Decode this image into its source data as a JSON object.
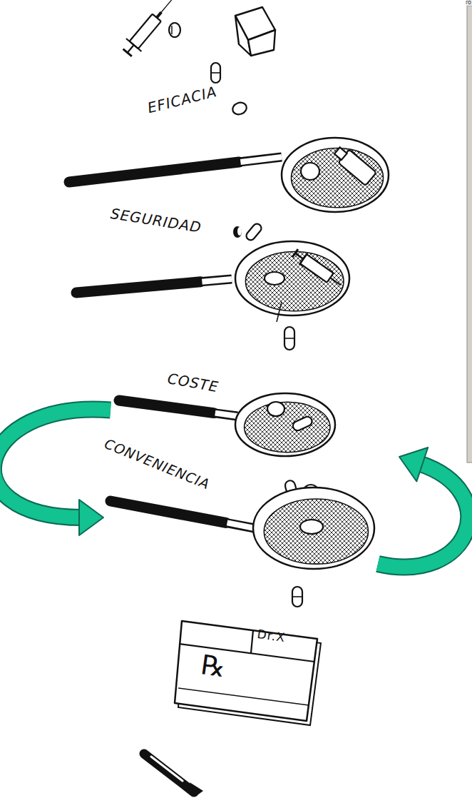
{
  "diagram": {
    "nodes": [
      {
        "text": [
          "EFICACIA"
        ]
      },
      {
        "text": [
          "SEGURIDAD"
        ]
      },
      {
        "text": [
          "COSTE"
        ]
      },
      {
        "text": [
          "CONVENIENCIA"
        ]
      },
      {
        "text": [
          "Dr.X",
          "℞"
        ]
      }
    ],
    "edges": [
      {
        "from": 2,
        "to": 3,
        "arrow": "to"
      },
      {
        "from": 3,
        "to": 2,
        "arrow": "to"
      }
    ],
    "labels": [
      "ro"
    ]
  }
}
